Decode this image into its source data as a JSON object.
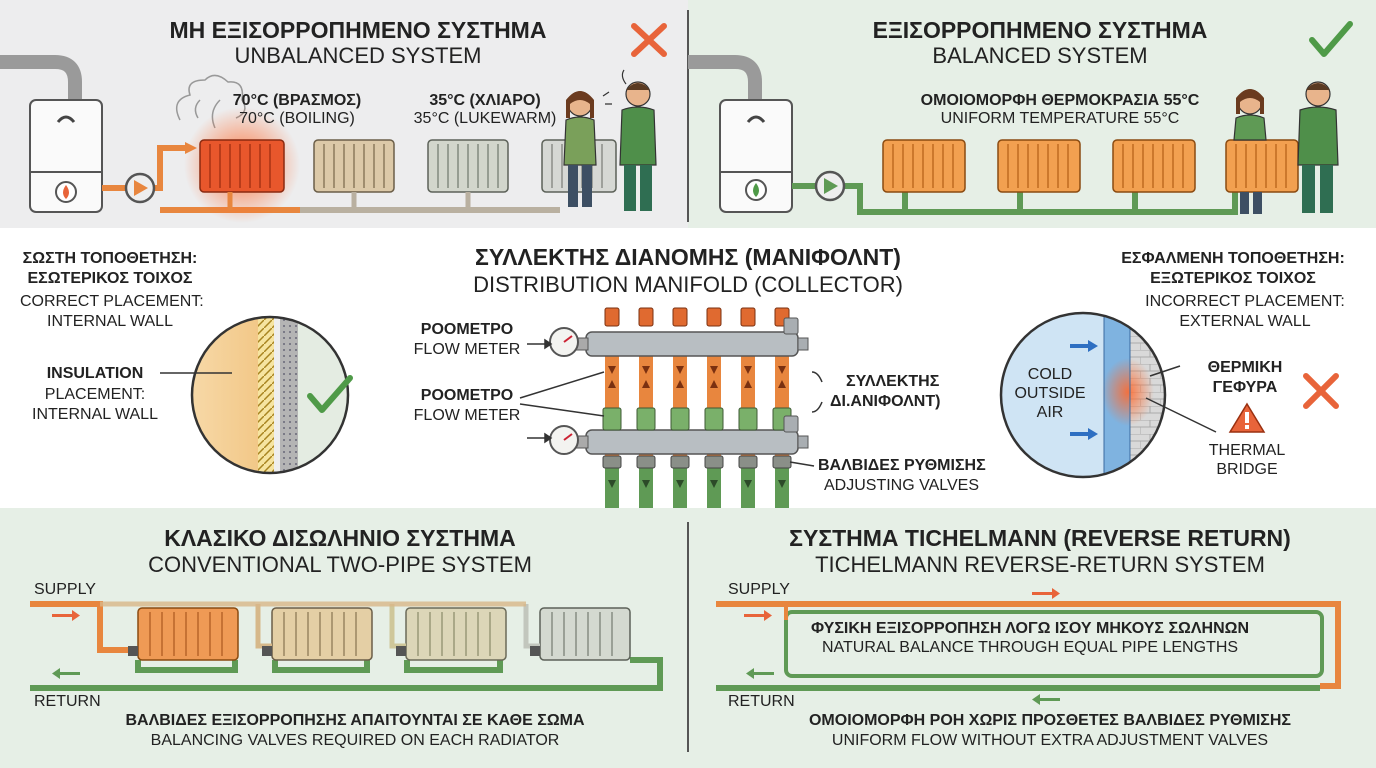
{
  "panels": {
    "unbalanced": {
      "title_gr": "ΜΗ ΕΞΙΣΟΡΡΟΠΗΜΕΝΟ ΣΥΣΤΗΜΑ",
      "title_en": "UNBALANCED SYSTEM",
      "status_icon": "cross-icon",
      "hot_gr": "70°C (ΒΡΑΣΜΟΣ)",
      "hot_en": "70°C (BOILING)",
      "warm_gr": "35°C (ΧΛΙΑΡΟ)",
      "warm_en": "35°C (LUKEWARM)"
    },
    "balanced": {
      "title_gr": "ΕΞΙΣΟΡΡΟΠΗΜΕΝΟ ΣΥΣΤΗΜΑ",
      "title_en": "BALANCED SYSTEM",
      "status_icon": "check-icon",
      "uniform_gr": "ΟΜΟΙΟΜΟΡΦΗ ΘΕΡΜΟΚΡΑΣΙΑ 55°C",
      "uniform_en": "UNIFORM TEMPERATURE 55°C"
    },
    "correct_placement": {
      "title_gr_1": "ΣΩΣΤΗ ΤΟΠΟΘΕΤΗΣΗ:",
      "title_gr_2": "ΕΣΩΤΕΡΙΚΟΣ ΤΟΙΧΟΣ",
      "title_en_1": "CORRECT PLACEMENT:",
      "title_en_2": "INTERNAL WALL",
      "insulation_label": "INSULATION",
      "placement_1": "PLACEMENT:",
      "placement_2": "INTERNAL WALL"
    },
    "manifold": {
      "title_gr": "ΣΥΛΛΕΚΤΗΣ ΔΙΑΝΟΜΗΣ (ΜΑΝΙΦΟΛΝΤ)",
      "title_en": "DISTRIBUTION MANIFOLD (COLLECTOR)",
      "flow_meter_gr": "ΡΟΟΜΕΤΡΟ",
      "flow_meter_en": "FLOW METER",
      "collector_gr_1": "ΣΥΛΛΕΚΤΗΣ",
      "collector_gr_2": "ΔΙ.ΑΝΙΦΟΛΝΤ)",
      "valves_gr": "ΒΑΛΒΙΔΕΣ ΡΥΘΜΙΣΗΣ",
      "valves_en": "ADJUSTING VALVES"
    },
    "incorrect_placement": {
      "title_gr_1": "ΕΣΦΑΛΜΕΝΗ ΤΟΠΟΘΕΤΗΣΗ:",
      "title_gr_2": "ΕΞΩΤΕΡΙΚΟΣ ΤΟΙΧΟΣ",
      "title_en_1": "INCORRECT PLACEMENT:",
      "title_en_2": "EXTERNAL WALL",
      "cold_1": "COLD",
      "cold_2": "OUTSIDE",
      "cold_3": "AIR",
      "bridge_gr_1": "ΘΕΡΜΙΚΗ",
      "bridge_gr_2": "ΓΕΦΥΡΑ",
      "bridge_en_1": "THERMAL",
      "bridge_en_2": "BRIDGE"
    },
    "two_pipe": {
      "title_gr": "ΚΛΑΣΙΚΟ ΔΙΣΩΛΗΝΙΟ ΣΥΣΤΗΜΑ",
      "title_en": "CONVENTIONAL TWO-PIPE SYSTEM",
      "supply": "SUPPLY",
      "return": "RETURN",
      "note_gr": "ΒΑΛΒΙΔΕΣ ΕΞΙΣΟΡΡΟΠΗΣΗΣ ΑΠΑΙΤΟΥΝΤΑΙ ΣΕ ΚΑΘΕ ΣΩΜΑ",
      "note_en": "BALANCING VALVES REQUIRED ON EACH RADIATOR"
    },
    "tichelmann": {
      "title_gr": "ΣΥΣΤΗΜΑ TICHELMANN (REVERSE RETURN)",
      "title_en": "TICHELMANN REVERSE-RETURN SYSTEM",
      "supply": "SUPPLY",
      "return": "RETURN",
      "inner_gr": "ΦΥΣΙΚΗ ΕΞΙΣΟΡΡΟΠΗΣΗ ΛΟΓΩ ΙΣΟΥ ΜΗΚΟΥΣ ΣΩΛΗΝΩΝ",
      "inner_en": "NATURAL BALANCE THROUGH EQUAL PIPE LENGTHS",
      "note_gr": "ΟΜΟΙΟΜΟΡΦΗ ΡΟΗ ΧΩΡΙΣ ΠΡΟΣΘΕΤΕΣ ΒΑΛΒΙΔΕΣ ΡΥΘΜΙΣΗΣ",
      "note_en": "UNIFORM FLOW WITHOUT EXTRA ADJUSTMENT VALVES"
    }
  },
  "colors": {
    "panel_gray": "#ededee",
    "panel_green": "#e6efe6",
    "supply_orange": "#e8863e",
    "return_green": "#5f9a55",
    "hot_red": "#e85a2c",
    "check_green": "#4f9a48",
    "cross_orange": "#e8643a"
  }
}
